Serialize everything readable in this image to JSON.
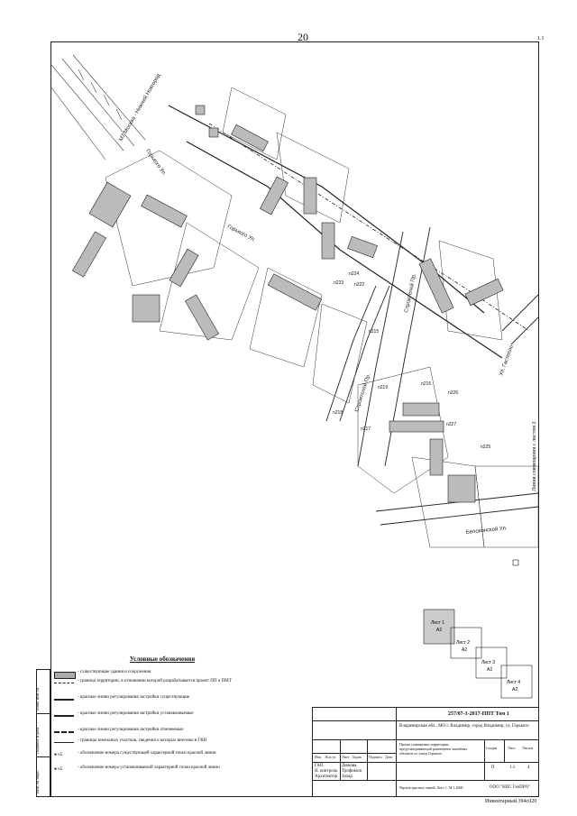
{
  "page_number": "20",
  "sheet_mark": "1.1",
  "streets": {
    "m7": "М7 Москва - Нижний Новгород",
    "gorky_top": "Горького Ул.",
    "gorky_main": "Горького Ул.",
    "stroiteley_1": "Строителей Пр.",
    "stroiteley_2": "Строителей Пр.",
    "belokonskaya": "Белоконской Ул.",
    "gastello": "Ул. Гастелло"
  },
  "points": [
    "n217",
    "n218",
    "n219",
    "n216",
    "n226",
    "n227",
    "n225",
    "n224",
    "n223",
    "n222",
    "n215"
  ],
  "side_note": "Линия совмещения с листом 2",
  "legend": {
    "title": "Условные обозначения",
    "items": [
      "- существующие здания и сооружения",
      "- граница территории, в отношении которой разрабатывается проект ПП и ПМТ",
      "- красные линии регулирования застройки существующие",
      "- красные линии регулирования застройки устанавливаемые",
      "- красные линии регулирования застройки отменяемые",
      "- границы земельных участков, сведения о которых внесены в ГКН",
      "- обозначение номера существующей характерной точки красной линии",
      "- обозначение номера устанавливаемой характерной точки красной линии"
    ],
    "symbols": [
      "n5",
      "n5"
    ]
  },
  "strip": [
    "Инв. № подл.",
    "Подпись и дата",
    "Взам. инв. №"
  ],
  "sheet_index": [
    {
      "label": "Лист 1",
      "size": "А2"
    },
    {
      "label": "Лист 2",
      "size": "А2"
    },
    {
      "label": "Лист 3",
      "size": "А2"
    },
    {
      "label": "Лист 4",
      "size": "А2"
    }
  ],
  "title_block": {
    "code": "257/07-1-2017-ППТ Том 1",
    "location": "Владимирская обл., МО г. Владимир, город Владимир, ул. Горького",
    "desc": "Проект планировки территории, предусматривающий размещение линейных объектов по улице Горького",
    "hdr": [
      "Изм.",
      "Кол.уч",
      "Лист",
      "№док",
      "Подпись",
      "Дата"
    ],
    "roles": [
      "ГАП",
      "Н. контроль",
      "Архитектор"
    ],
    "names": [
      "Дюкова",
      "Трофимов",
      "Захар"
    ],
    "stage_hdr": [
      "Стадия",
      "Лист",
      "Листов"
    ],
    "stage": [
      "П",
      "1.1",
      "4"
    ],
    "scale_text": "Чертеж красных линий. Лист 1. М 1:2000",
    "company": "ООО \"НПС ГеоПРО\""
  },
  "inventory": "Инвентарный 394с020"
}
